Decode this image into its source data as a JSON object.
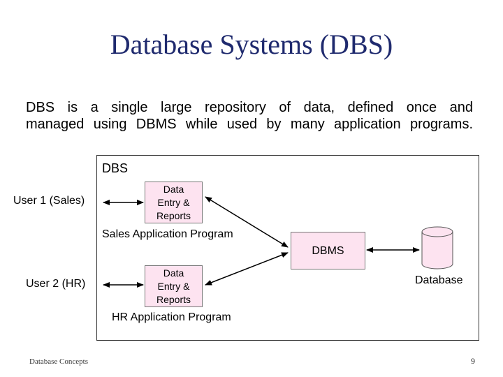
{
  "slide": {
    "title": "Database Systems (DBS)",
    "desc_line1": "DBS is a single large repository of data, defined once and",
    "desc_line2": "managed using DBMS while used by many application programs.",
    "footer_left": "Database Concepts",
    "page_number": "9"
  },
  "diagram": {
    "dbs_label": "DBS",
    "user1": "User 1 (Sales)",
    "user2": "User 2 (HR)",
    "box1": [
      "Data",
      "Entry &",
      "Reports"
    ],
    "box2": [
      "Data",
      "Entry &",
      "Reports"
    ],
    "sales_program": "Sales Application Program",
    "hr_program": "HR Application Program",
    "dbms": "DBMS",
    "database": "Database",
    "box_fill_color": "#fde3f0",
    "title_color": "#1f2a6e"
  }
}
